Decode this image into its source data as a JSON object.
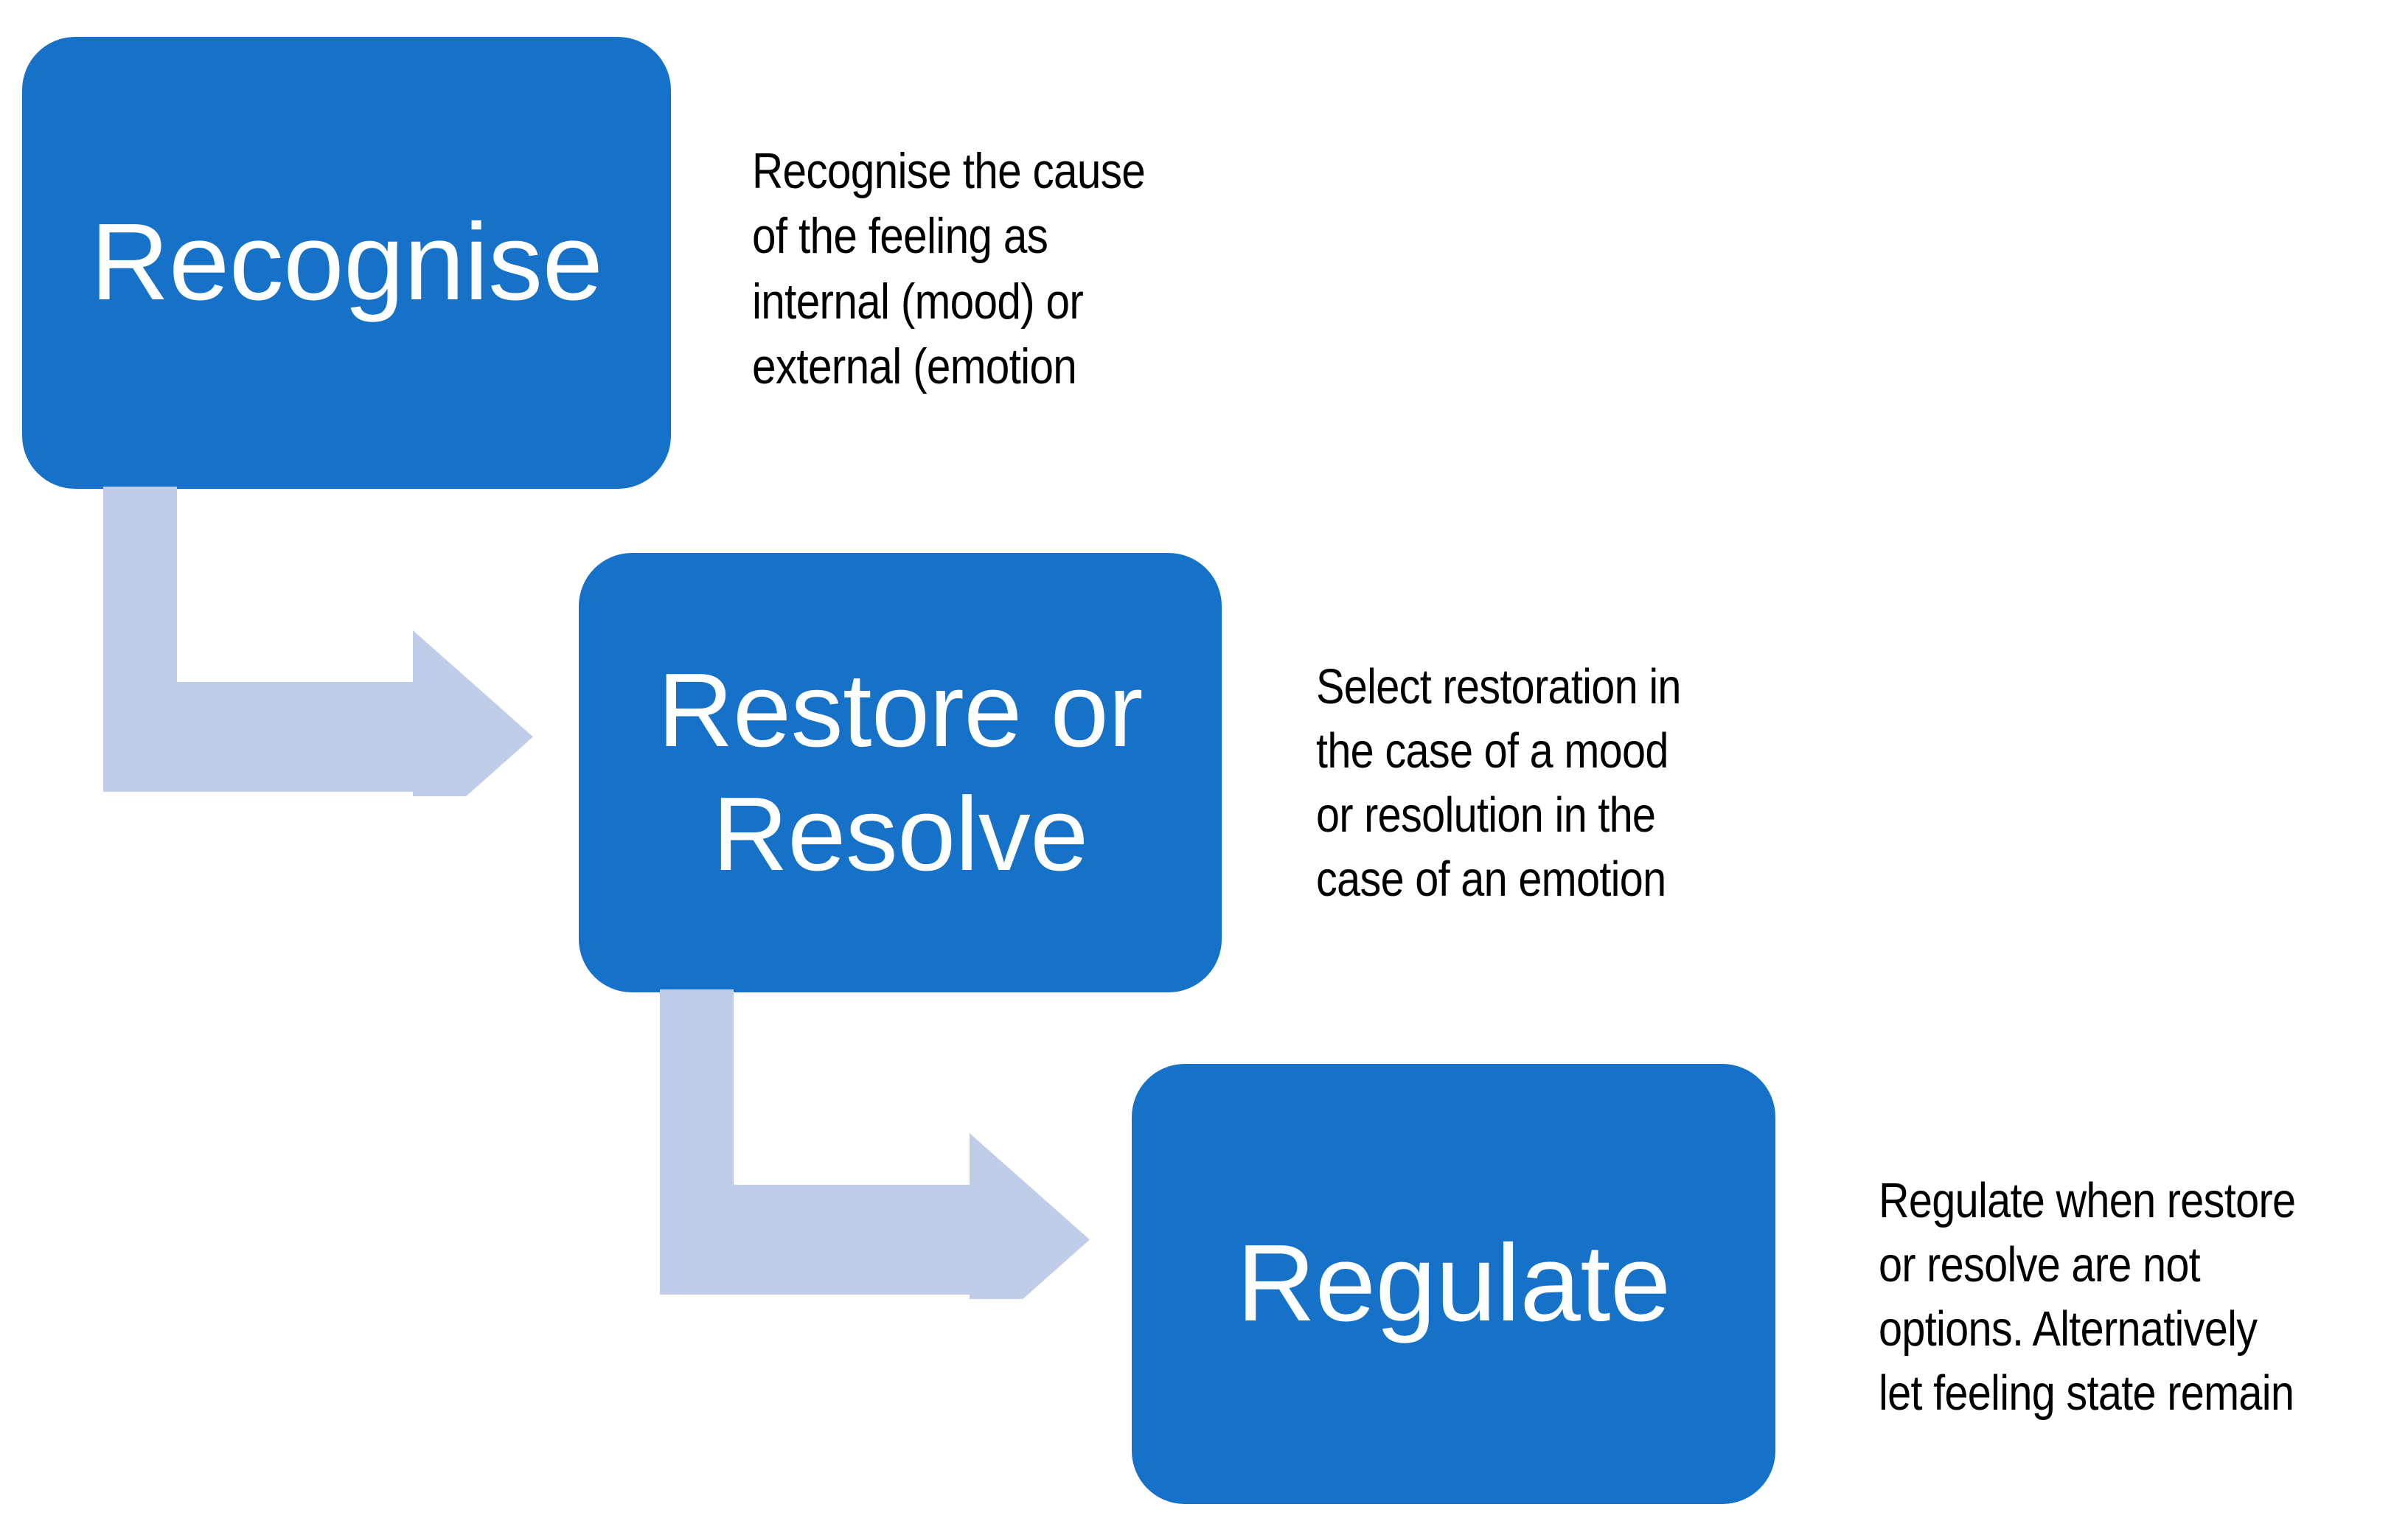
{
  "diagram": {
    "title": "Recognise / Restore or Resolve / Regulate process flow",
    "type": "flowchart",
    "orientation": "vertical-staircase",
    "background_color": "#FFFFFF",
    "node_fill_color": "#1572C8",
    "node_text_color": "#FFFFFF",
    "arrow_color": "#BFCDE8",
    "description_text_color": "#000000"
  },
  "nodes": [
    {
      "id": "recognise",
      "label": "Recognise",
      "description": "Recognise the cause\nof the feeling as\ninternal (mood) or\nexternal (emotion"
    },
    {
      "id": "restore-or-resolve",
      "label": "Restore or\nResolve",
      "description": "Select restoration in\nthe case of a mood\nor resolution in the\ncase of an emotion"
    },
    {
      "id": "regulate",
      "label": "Regulate",
      "description": "Regulate when restore\nor resolve are not\noptions. Alternatively\nlet feeling state remain"
    }
  ],
  "connectors": [
    {
      "id": "recognise-to-restore",
      "from": "recognise",
      "to": "restore-or-resolve",
      "shape": "elbow-down-right"
    },
    {
      "id": "restore-to-regulate",
      "from": "restore-or-resolve",
      "to": "regulate",
      "shape": "elbow-down-right"
    }
  ]
}
